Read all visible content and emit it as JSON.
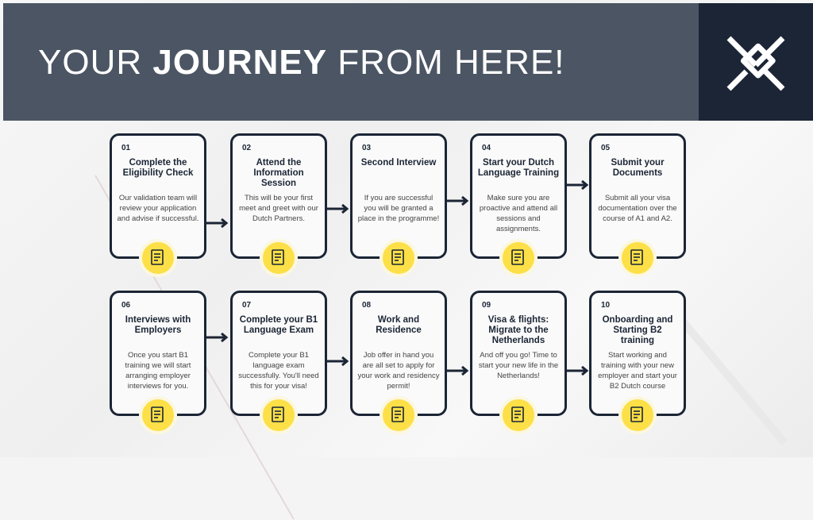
{
  "header": {
    "title_pre": "YOUR ",
    "title_bold": "JOURNEY",
    "title_post": " FROM HERE!"
  },
  "logo": "logo-icon",
  "steps": [
    {
      "num": "01",
      "title": "Complete the Eligibility Check",
      "desc": "Our validation team will review your application and advise if successful.",
      "icon": "document-search-icon"
    },
    {
      "num": "02",
      "title": "Attend the Information Session",
      "desc": "This will be your first meet and greet with our Dutch Partners.",
      "icon": "monitor-chat-icon"
    },
    {
      "num": "03",
      "title": "Second Interview",
      "desc": "If you are successful you will be granted a place in the programme!",
      "icon": "video-interview-icon"
    },
    {
      "num": "04",
      "title": "Start your Dutch Language Training",
      "desc": "Make sure you are proactive and attend all sessions and assignments.",
      "icon": "people-training-icon"
    },
    {
      "num": "05",
      "title": "Submit your Documents",
      "desc": "Submit all your visa documentation over the course of A1 and A2.",
      "icon": "documents-briefcase-icon"
    },
    {
      "num": "06",
      "title": "Interviews with Employers",
      "desc": "Once you start B1 training we will start arranging employer interviews for you.",
      "icon": "hand-chat-icon"
    },
    {
      "num": "07",
      "title": "Complete your B1 Language Exam",
      "desc": "Complete your B1 language exam successfully. You'll need this for your visa!",
      "icon": "exam-pen-icon"
    },
    {
      "num": "08",
      "title": "Work and Residence",
      "desc": "Job offer in hand you are all set to apply for your work and residency permit!",
      "icon": "growth-chart-icon"
    },
    {
      "num": "09",
      "title": "Visa & flights: Migrate to the Netherlands",
      "desc": "And off you go! Time to start your new life in the Netherlands!",
      "icon": "presentation-board-icon"
    },
    {
      "num": "10",
      "title": "Onboarding and Starting B2 training",
      "desc": "Start working and training with your new employer and start your B2 Dutch course",
      "icon": "certificate-check-icon"
    }
  ]
}
